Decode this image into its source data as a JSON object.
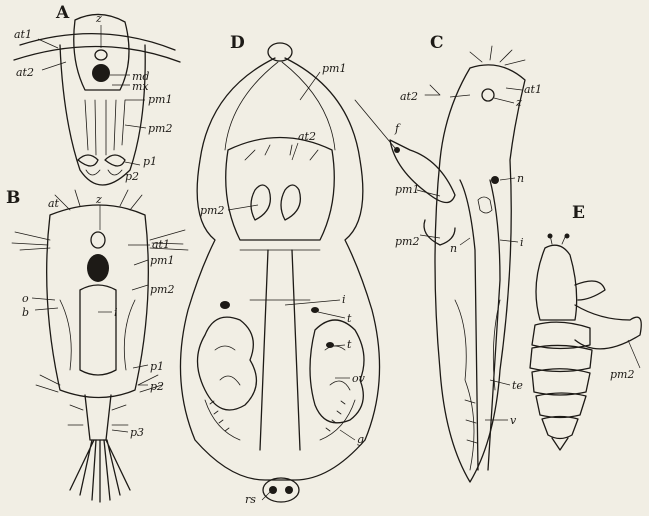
{
  "figure": {
    "panels": [
      "A",
      "B",
      "C",
      "D",
      "E"
    ],
    "labels": {
      "A": [
        "at1",
        "at2",
        "z",
        "md",
        "mx",
        "pm1",
        "pm2",
        "p1",
        "p2"
      ],
      "B": [
        "at",
        "z",
        "at1",
        "pm1",
        "pm2",
        "o",
        "b",
        "i",
        "p1",
        "p2",
        "p3"
      ],
      "D": [
        "pm1",
        "at2",
        "pm2",
        "i",
        "t",
        "t",
        "ov",
        "g",
        "rs"
      ],
      "C": [
        "at2",
        "at1",
        "z",
        "f",
        "n",
        "pm1",
        "pm2",
        "n",
        "i",
        "te",
        "v"
      ],
      "E": [
        "pm2"
      ]
    }
  }
}
